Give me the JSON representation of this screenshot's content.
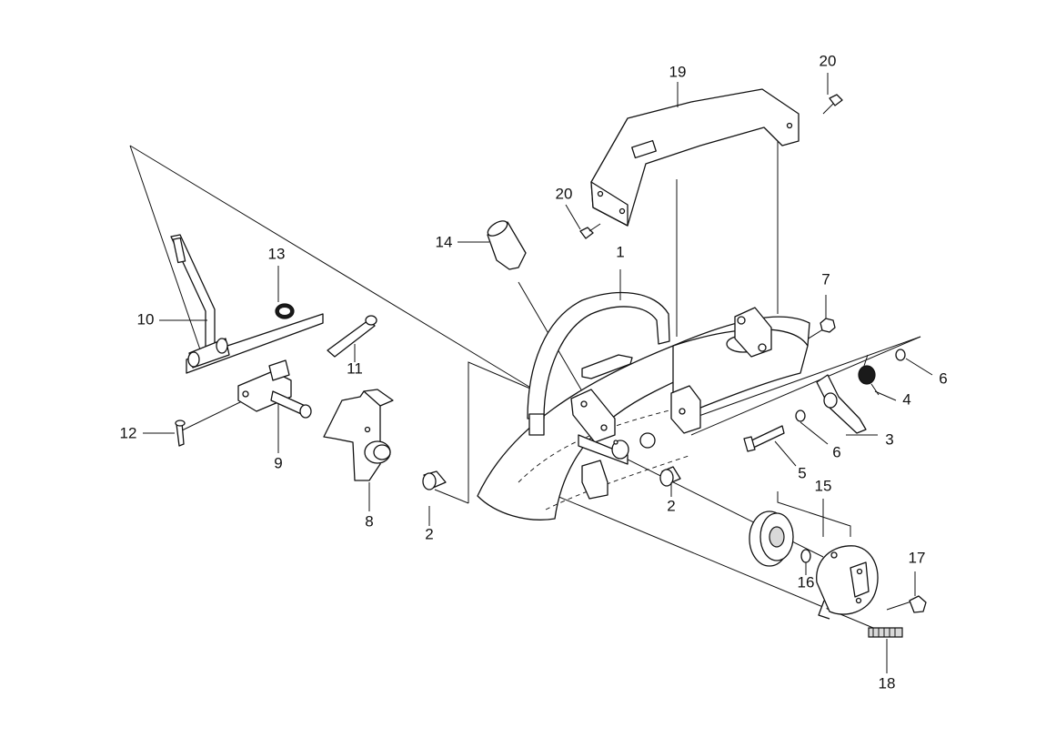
{
  "callouts": [
    {
      "id": "1",
      "text": "1"
    },
    {
      "id": "2a",
      "text": "2"
    },
    {
      "id": "2b",
      "text": "2"
    },
    {
      "id": "3",
      "text": "3"
    },
    {
      "id": "4",
      "text": "4"
    },
    {
      "id": "5",
      "text": "5"
    },
    {
      "id": "6a",
      "text": "6"
    },
    {
      "id": "6b",
      "text": "6"
    },
    {
      "id": "7",
      "text": "7"
    },
    {
      "id": "8",
      "text": "8"
    },
    {
      "id": "9",
      "text": "9"
    },
    {
      "id": "10",
      "text": "10"
    },
    {
      "id": "11",
      "text": "11"
    },
    {
      "id": "12",
      "text": "12"
    },
    {
      "id": "13",
      "text": "13"
    },
    {
      "id": "14",
      "text": "14"
    },
    {
      "id": "15",
      "text": "15"
    },
    {
      "id": "16",
      "text": "16"
    },
    {
      "id": "17",
      "text": "17"
    },
    {
      "id": "18",
      "text": "18"
    },
    {
      "id": "19",
      "text": "19"
    },
    {
      "id": "20a",
      "text": "20"
    },
    {
      "id": "20b",
      "text": "20"
    }
  ]
}
